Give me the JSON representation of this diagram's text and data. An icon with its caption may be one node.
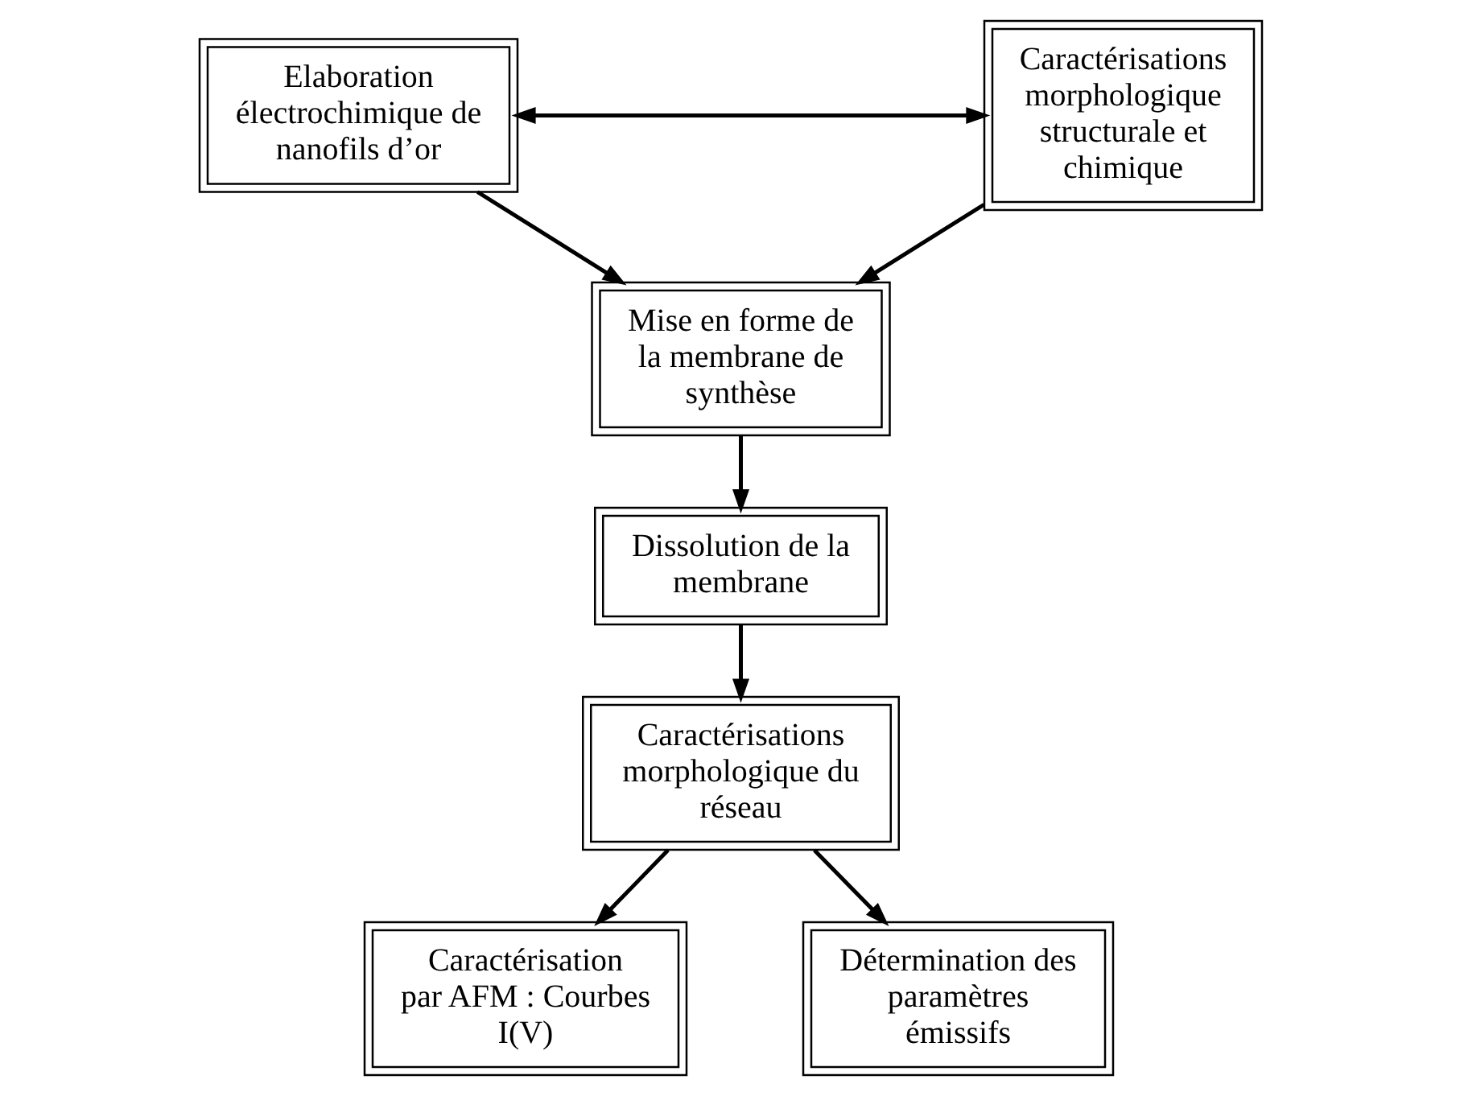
{
  "diagram": {
    "nodes": [
      {
        "text": [
          "Elaboration électrochimique de nanofils d’or"
        ]
      },
      {
        "text": [
          "Caractérisations morphologique structurale et chimique"
        ]
      },
      {
        "text": [
          "Mise en forme de la membrane de synthèse"
        ]
      },
      {
        "text": [
          "Dissolution de la membrane"
        ]
      },
      {
        "text": [
          "Caractérisations morphologique du réseau"
        ]
      },
      {
        "text": [
          "Caractérisation par AFM : Courbes I(V)"
        ]
      },
      {
        "text": [
          "Détermination des paramètres émissifs"
        ]
      }
    ],
    "edges": [
      {
        "from": 0,
        "to": 1,
        "arrow": "both"
      },
      {
        "from": 0,
        "to": 2,
        "arrow": "to"
      },
      {
        "from": 1,
        "to": 2,
        "arrow": "to"
      },
      {
        "from": 2,
        "to": 3,
        "arrow": "to"
      },
      {
        "from": 3,
        "to": 4,
        "arrow": "to"
      },
      {
        "from": 4,
        "to": 5,
        "arrow": "to"
      },
      {
        "from": 4,
        "to": 6,
        "arrow": "to"
      }
    ]
  }
}
